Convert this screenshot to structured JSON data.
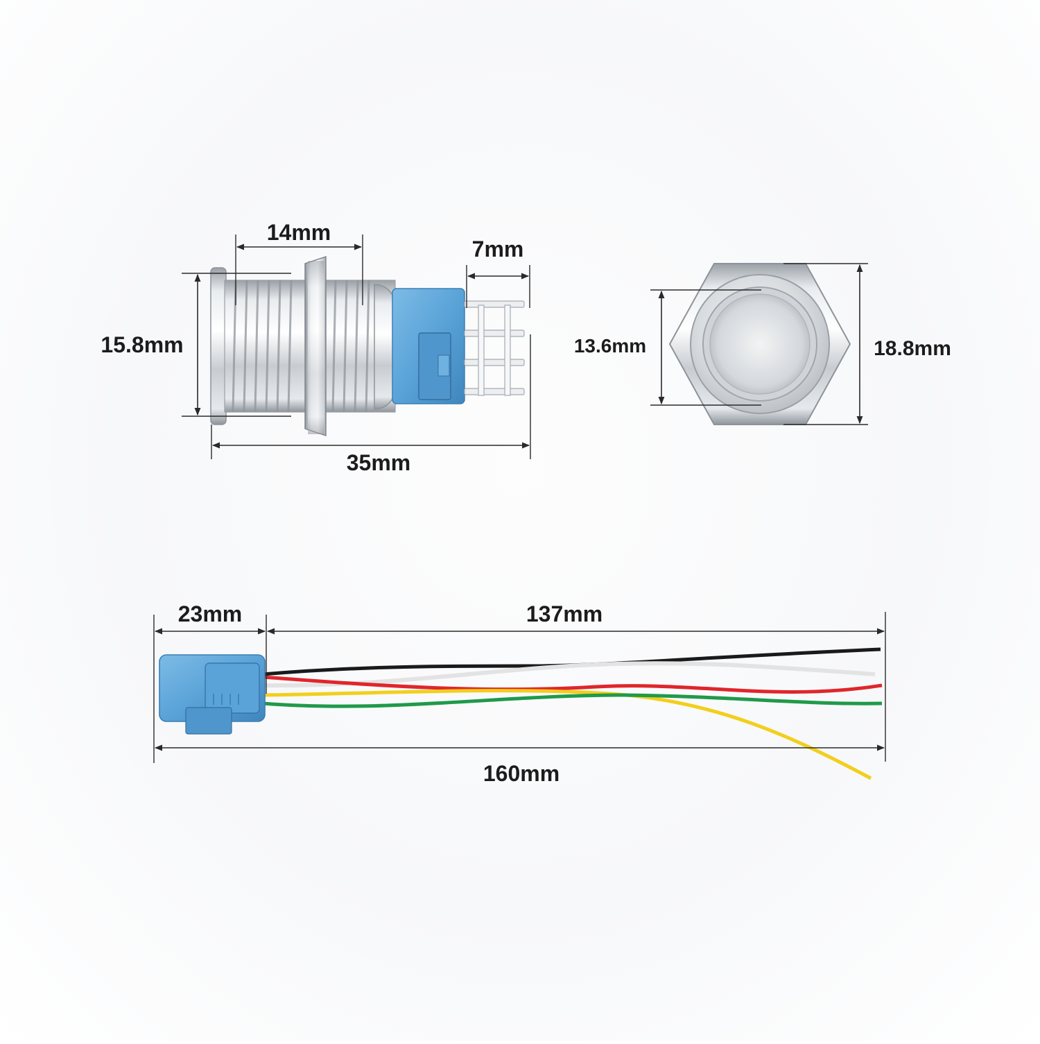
{
  "labels": {
    "thread_length": "14mm",
    "terminal_length": "7mm",
    "thread_diameter": "15.8mm",
    "total_length": "35mm",
    "button_diameter": "13.6mm",
    "nut_width": "18.8mm",
    "connector_length": "23mm",
    "wire_length": "137mm",
    "cable_total_length": "160mm"
  },
  "colors": {
    "connector_blue": "#5aa3d8",
    "connector_blue_dark": "#3f86bd",
    "metal_light": "#eef0f2",
    "metal_mid": "#c9cdd2",
    "metal_dark": "#8d939a",
    "wire_black": "#1a1a1a",
    "wire_white": "#f4f4f4",
    "wire_red": "#e0262b",
    "wire_yellow": "#f2cf1d",
    "wire_green": "#1f9a4a"
  }
}
